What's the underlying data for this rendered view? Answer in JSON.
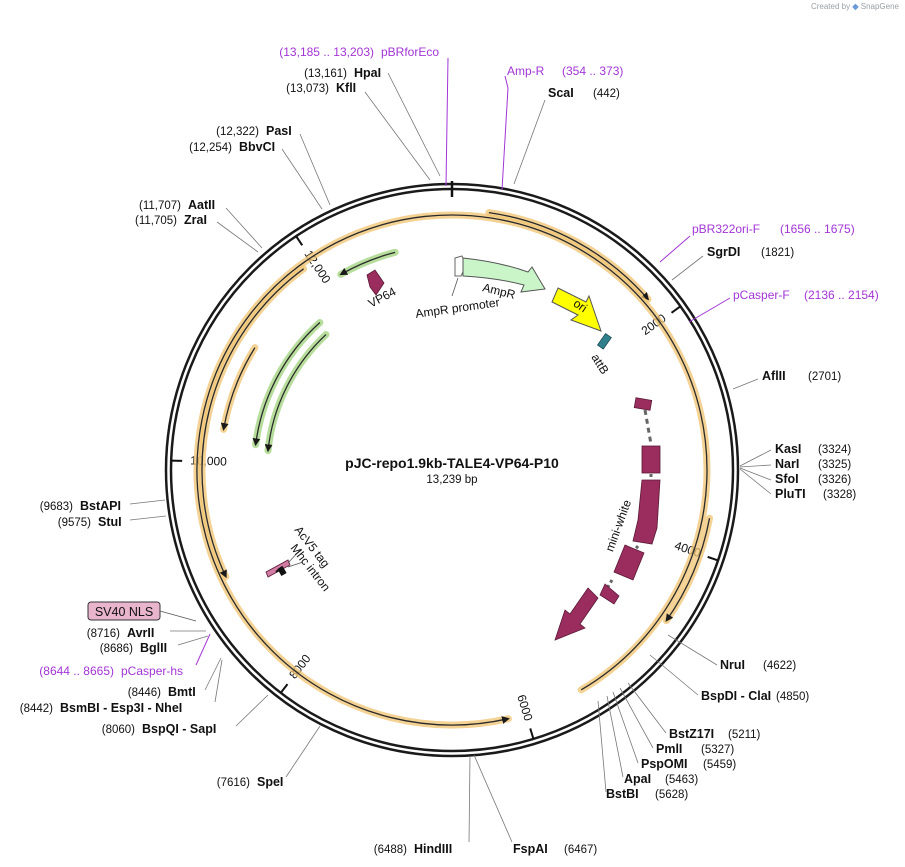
{
  "credit": {
    "prefix": "Created by",
    "brand": "SnapGene"
  },
  "plasmid": {
    "name": "pJC-repo1.9kb-TALE4-VP64-P10",
    "length_label": "13,239 bp",
    "length": 13239
  },
  "colors": {
    "backbone": "#1a1a1a",
    "primer": "#a335d6",
    "orf": "#f0c36f",
    "misc": "#9dd27a",
    "vp64": "#9b2d5e",
    "ampr": "#c9f5c9",
    "ori": "#ffff00",
    "attb": "#2f7f8c",
    "minigene": "#9b2d5e",
    "nls": "#e8b5cc"
  },
  "ticks": [
    {
      "pos": 2000,
      "label": "2000"
    },
    {
      "pos": 4000,
      "label": "4000"
    },
    {
      "pos": 6000,
      "label": "6000"
    },
    {
      "pos": 8000,
      "label": "8000"
    },
    {
      "pos": 10000,
      "label": "10,000"
    },
    {
      "pos": 12000,
      "label": "12,000"
    }
  ],
  "sites": [
    {
      "name": "HpaI",
      "pos_label": "(13,161)"
    },
    {
      "name": "KflI",
      "pos_label": "(13,073)"
    },
    {
      "name": "PasI",
      "pos_label": "(12,322)"
    },
    {
      "name": "BbvCI",
      "pos_label": "(12,254)"
    },
    {
      "name": "AatII",
      "pos_label": "(11,707)"
    },
    {
      "name": "ZraI",
      "pos_label": "(11,705)"
    },
    {
      "name": "ScaI",
      "pos_label": "(442)"
    },
    {
      "name": "SgrDI",
      "pos_label": "(1821)"
    },
    {
      "name": "AflII",
      "pos_label": "(2701)"
    },
    {
      "name": "KasI",
      "pos_label": "(3324)"
    },
    {
      "name": "NarI",
      "pos_label": "(3325)"
    },
    {
      "name": "SfoI",
      "pos_label": "(3326)"
    },
    {
      "name": "PluTI",
      "pos_label": "(3328)"
    },
    {
      "name": "NruI",
      "pos_label": "(4622)"
    },
    {
      "name": "BspDI - ClaI",
      "pos_label": "(4850)"
    },
    {
      "name": "BstZ17I",
      "pos_label": "(5211)"
    },
    {
      "name": "PmlI",
      "pos_label": "(5327)"
    },
    {
      "name": "PspOMI",
      "pos_label": "(5459)"
    },
    {
      "name": "ApaI",
      "pos_label": "(5463)"
    },
    {
      "name": "BstBI",
      "pos_label": "(5628)"
    },
    {
      "name": "FspAI",
      "pos_label": "(6467)"
    },
    {
      "name": "HindIII",
      "pos_label": "(6488)"
    },
    {
      "name": "SpeI",
      "pos_label": "(7616)"
    },
    {
      "name": "BspQI - SapI",
      "pos_label": "(8060)"
    },
    {
      "name": "BsmBI - Esp3I - NheI",
      "pos_label": "(8442)"
    },
    {
      "name": "BmtI",
      "pos_label": "(8446)"
    },
    {
      "name": "BglII",
      "pos_label": "(8686)"
    },
    {
      "name": "AvrII",
      "pos_label": "(8716)"
    },
    {
      "name": "BstAPI",
      "pos_label": "(9683)"
    },
    {
      "name": "StuI",
      "pos_label": "(9575)"
    }
  ],
  "primers": [
    {
      "name": "pBRforEco",
      "range_label": "(13,185 .. 13,203)"
    },
    {
      "name": "Amp-R",
      "range_label": "(354 .. 373)"
    },
    {
      "name": "pBR322ori-F",
      "range_label": "(1656 .. 1675)"
    },
    {
      "name": "pCasper-F",
      "range_label": "(2136 .. 2154)"
    },
    {
      "name": "pCasper-hs",
      "range_label": "(8644 .. 8665)"
    }
  ],
  "features": [
    {
      "name": "VP64"
    },
    {
      "name": "AmpR"
    },
    {
      "name": "AmpR promoter"
    },
    {
      "name": "ori"
    },
    {
      "name": "attB"
    },
    {
      "name": "mini-white"
    },
    {
      "name": "AcV5 tag"
    },
    {
      "name": "Mhc intron"
    },
    {
      "name": "SV40 NLS"
    }
  ]
}
